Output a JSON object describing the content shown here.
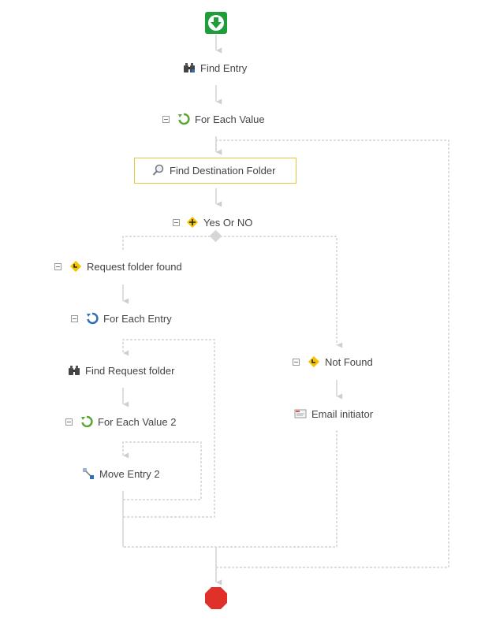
{
  "workflow": {
    "start": {
      "icon": "start-arrow-icon"
    },
    "end": {
      "icon": "stop-octagon-icon"
    },
    "nodes": [
      {
        "id": "find-entry",
        "label": "Find Entry",
        "icon": "binoculars-icon"
      },
      {
        "id": "for-each-value",
        "label": "For Each Value",
        "icon": "loop-green-icon"
      },
      {
        "id": "find-destination-folder",
        "label": "Find Destination Folder",
        "icon": "magnifier-icon"
      },
      {
        "id": "yes-or-no",
        "label": "Yes Or NO",
        "icon": "decision-icon"
      },
      {
        "id": "request-folder-found",
        "label": "Request folder found",
        "icon": "branch-sign-icon"
      },
      {
        "id": "for-each-entry",
        "label": "For Each Entry",
        "icon": "loop-blue-icon"
      },
      {
        "id": "find-request-folder",
        "label": "Find Request folder",
        "icon": "binoculars-icon"
      },
      {
        "id": "for-each-value-2",
        "label": "For Each Value 2",
        "icon": "loop-green-icon"
      },
      {
        "id": "move-entry-2",
        "label": "Move Entry 2",
        "icon": "move-entry-icon"
      },
      {
        "id": "not-found",
        "label": "Not Found",
        "icon": "branch-sign-icon"
      },
      {
        "id": "email-initiator",
        "label": "Email initiator",
        "icon": "email-icon"
      }
    ],
    "colors": {
      "connector": "#d3d3d3",
      "selection": "#e2c63a",
      "start": "#1f9d3a",
      "end": "#e0302a",
      "sign": "#f5c400",
      "loop_green": "#5aa832",
      "loop_blue": "#2f6fb8"
    }
  }
}
